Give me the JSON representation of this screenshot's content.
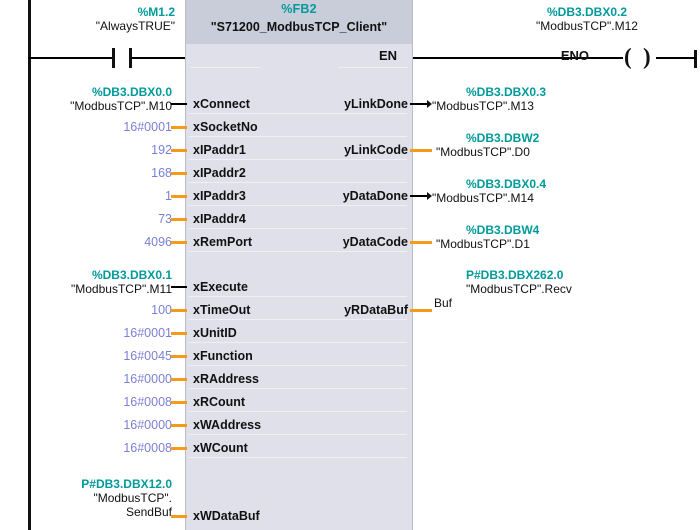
{
  "diagram": {
    "type": "ladder-lad-network",
    "block": {
      "number_label": "%FB2",
      "name_label": "\"S71200_ModbusTCP_Client\"",
      "en_label": "EN",
      "eno_label": "ENO"
    },
    "rung_top": {
      "contact": {
        "address": "%M1.2",
        "symbol": "\"AlwaysTRUE\"",
        "kind": "normally-open-contact"
      },
      "coil": {
        "address": "%DB3.DBX0.2",
        "symbol": "\"ModbusTCP\".M12",
        "kind": "output-coil"
      }
    },
    "inputs": [
      {
        "port": "xConnect",
        "address": "%DB3.DBX0.0",
        "symbol": "\"ModbusTCP\".M10",
        "value": "",
        "wire": "bool"
      },
      {
        "port": "xSocketNo",
        "address": "",
        "symbol": "",
        "value": "16#0001",
        "wire": "data"
      },
      {
        "port": "xIPaddr1",
        "address": "",
        "symbol": "",
        "value": "192",
        "wire": "data"
      },
      {
        "port": "xIPaddr2",
        "address": "",
        "symbol": "",
        "value": "168",
        "wire": "data"
      },
      {
        "port": "xIPaddr3",
        "address": "",
        "symbol": "",
        "value": "1",
        "wire": "data"
      },
      {
        "port": "xIPaddr4",
        "address": "",
        "symbol": "",
        "value": "73",
        "wire": "data"
      },
      {
        "port": "xRemPort",
        "address": "",
        "symbol": "",
        "value": "4096",
        "wire": "data"
      },
      {
        "port": "xExecute",
        "address": "%DB3.DBX0.1",
        "symbol": "\"ModbusTCP\".M11",
        "value": "",
        "wire": "bool"
      },
      {
        "port": "xTimeOut",
        "address": "",
        "symbol": "",
        "value": "100",
        "wire": "data"
      },
      {
        "port": "xUnitID",
        "address": "",
        "symbol": "",
        "value": "16#0001",
        "wire": "data"
      },
      {
        "port": "xFunction",
        "address": "",
        "symbol": "",
        "value": "16#0045",
        "wire": "data"
      },
      {
        "port": "xRAddress",
        "address": "",
        "symbol": "",
        "value": "16#0000",
        "wire": "data"
      },
      {
        "port": "xRCount",
        "address": "",
        "symbol": "",
        "value": "16#0008",
        "wire": "data"
      },
      {
        "port": "xWAddress",
        "address": "",
        "symbol": "",
        "value": "16#0000",
        "wire": "data"
      },
      {
        "port": "xWCount",
        "address": "",
        "symbol": "",
        "value": "16#0008",
        "wire": "data"
      },
      {
        "port": "xWDataBuf",
        "address": "P#DB3.DBX12.0",
        "symbol": "\"ModbusTCP\".",
        "symbol2": "SendBuf",
        "value": "",
        "wire": "data"
      }
    ],
    "outputs": [
      {
        "port": "yLinkDone",
        "address": "%DB3.DBX0.3",
        "symbol": "\"ModbusTCP\".M13",
        "wire": "bool"
      },
      {
        "port": "yLinkCode",
        "address": "%DB3.DBW2",
        "symbol": "\"ModbusTCP\".D0",
        "wire": "data"
      },
      {
        "port": "yDataDone",
        "address": "%DB3.DBX0.4",
        "symbol": "\"ModbusTCP\".M14",
        "wire": "bool"
      },
      {
        "port": "yDataCode",
        "address": "%DB3.DBW4",
        "symbol": "\"ModbusTCP\".D1",
        "wire": "data"
      },
      {
        "port": "yRDataBuf",
        "address": "P#DB3.DBX262.0",
        "symbol": "\"ModbusTCP\".Recv",
        "symbol2": "Buf",
        "wire": "data"
      }
    ],
    "colors": {
      "address_text": "#009a9a",
      "symbol_text": "#111111",
      "constant_text": "#7b7fd6",
      "data_wire": "#f59b1c",
      "bool_wire": "#111111",
      "block_header": "#c9ccd9",
      "block_body": "#dfe0e9"
    }
  }
}
